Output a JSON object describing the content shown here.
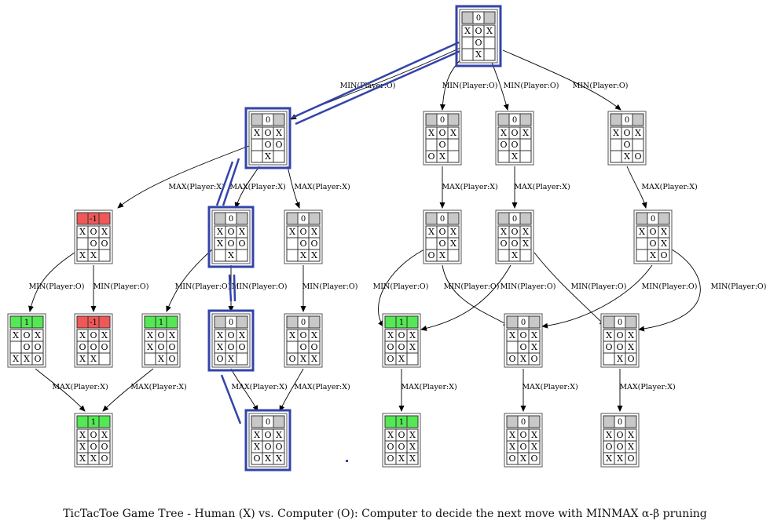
{
  "caption": "TicTacToe Game Tree - Human (X) vs. Computer (O): Computer to decide the next move with MINMAX α-β pruning",
  "colors": {
    "win": "#55e855",
    "loss": "#f05858",
    "neutral": "#c8c8c8",
    "highlight": "#3344aa"
  },
  "nodes": [
    {
      "id": "root",
      "value": "0",
      "status": "neutral",
      "highlight": true,
      "board": [
        "X",
        "O",
        "X",
        "",
        "O",
        "",
        "",
        "X",
        ""
      ]
    },
    {
      "id": "n1",
      "value": "0",
      "status": "neutral",
      "highlight": true,
      "board": [
        "X",
        "O",
        "X",
        "",
        "O",
        "O",
        "",
        "X",
        ""
      ]
    },
    {
      "id": "n2",
      "value": "0",
      "status": "neutral",
      "highlight": false,
      "board": [
        "X",
        "O",
        "X",
        "",
        "O",
        "",
        "O",
        "X",
        ""
      ]
    },
    {
      "id": "n3",
      "value": "0",
      "status": "neutral",
      "highlight": false,
      "board": [
        "X",
        "O",
        "X",
        "O",
        "O",
        "",
        "",
        "X",
        ""
      ]
    },
    {
      "id": "n4",
      "value": "0",
      "status": "neutral",
      "highlight": false,
      "board": [
        "X",
        "O",
        "X",
        "",
        "O",
        "",
        "",
        "X",
        "O"
      ]
    },
    {
      "id": "n5",
      "value": "-1",
      "status": "loss",
      "highlight": false,
      "board": [
        "X",
        "O",
        "X",
        "",
        "O",
        "O",
        "X",
        "X",
        ""
      ]
    },
    {
      "id": "n6",
      "value": "0",
      "status": "neutral",
      "highlight": true,
      "board": [
        "X",
        "O",
        "X",
        "X",
        "O",
        "O",
        "",
        "X",
        ""
      ]
    },
    {
      "id": "n7",
      "value": "0",
      "status": "neutral",
      "highlight": false,
      "board": [
        "X",
        "O",
        "X",
        "",
        "O",
        "O",
        "",
        "X",
        "X"
      ]
    },
    {
      "id": "n8",
      "value": "0",
      "status": "neutral",
      "highlight": false,
      "board": [
        "X",
        "O",
        "X",
        "",
        "O",
        "X",
        "O",
        "X",
        ""
      ]
    },
    {
      "id": "n9",
      "value": "0",
      "status": "neutral",
      "highlight": false,
      "board": [
        "X",
        "O",
        "X",
        "O",
        "O",
        "X",
        "",
        "X",
        ""
      ]
    },
    {
      "id": "n10",
      "value": "0",
      "status": "neutral",
      "highlight": false,
      "board": [
        "X",
        "O",
        "X",
        "",
        "O",
        "X",
        "",
        "X",
        "O"
      ]
    },
    {
      "id": "n11",
      "value": "1",
      "status": "win",
      "highlight": false,
      "board": [
        "X",
        "O",
        "X",
        "",
        "O",
        "O",
        "X",
        "X",
        "O"
      ]
    },
    {
      "id": "n12",
      "value": "-1",
      "status": "loss",
      "highlight": false,
      "board": [
        "X",
        "O",
        "X",
        "O",
        "O",
        "O",
        "X",
        "X",
        ""
      ]
    },
    {
      "id": "n13",
      "value": "1",
      "status": "win",
      "highlight": false,
      "board": [
        "X",
        "O",
        "X",
        "X",
        "O",
        "O",
        "",
        "X",
        "O"
      ]
    },
    {
      "id": "n14",
      "value": "0",
      "status": "neutral",
      "highlight": true,
      "board": [
        "X",
        "O",
        "X",
        "X",
        "O",
        "O",
        "O",
        "X",
        ""
      ]
    },
    {
      "id": "n15",
      "value": "0",
      "status": "neutral",
      "highlight": false,
      "board": [
        "X",
        "O",
        "X",
        "",
        "O",
        "O",
        "O",
        "X",
        "X"
      ]
    },
    {
      "id": "n16",
      "value": "1",
      "status": "win",
      "highlight": false,
      "board": [
        "X",
        "O",
        "X",
        "O",
        "O",
        "X",
        "O",
        "X",
        ""
      ]
    },
    {
      "id": "n17",
      "value": "0",
      "status": "neutral",
      "highlight": false,
      "board": [
        "X",
        "O",
        "X",
        "",
        "O",
        "X",
        "O",
        "X",
        "O"
      ]
    },
    {
      "id": "n18",
      "value": "0",
      "status": "neutral",
      "highlight": false,
      "board": [
        "X",
        "O",
        "X",
        "O",
        "O",
        "X",
        "",
        "X",
        "O"
      ]
    },
    {
      "id": "n19",
      "value": "1",
      "status": "win",
      "highlight": false,
      "board": [
        "X",
        "O",
        "X",
        "X",
        "O",
        "O",
        "X",
        "X",
        "O"
      ]
    },
    {
      "id": "n20",
      "value": "0",
      "status": "neutral",
      "highlight": true,
      "board": [
        "X",
        "O",
        "X",
        "X",
        "O",
        "O",
        "O",
        "X",
        "X"
      ]
    },
    {
      "id": "n21",
      "value": "1",
      "status": "win",
      "highlight": false,
      "board": [
        "X",
        "O",
        "X",
        "O",
        "O",
        "X",
        "O",
        "X",
        "X"
      ]
    },
    {
      "id": "n22",
      "value": "0",
      "status": "neutral",
      "highlight": false,
      "board": [
        "X",
        "O",
        "X",
        "X",
        "O",
        "X",
        "O",
        "X",
        "O"
      ]
    },
    {
      "id": "n23",
      "value": "0",
      "status": "neutral",
      "highlight": false,
      "board": [
        "X",
        "O",
        "X",
        "O",
        "O",
        "X",
        "X",
        "X",
        "O"
      ]
    }
  ],
  "edges": [
    {
      "from": "root",
      "to": "n1",
      "label": "MIN(Player:O)"
    },
    {
      "from": "root",
      "to": "n2",
      "label": "MIN(Player:O)"
    },
    {
      "from": "root",
      "to": "n3",
      "label": "MIN(Player:O)"
    },
    {
      "from": "root",
      "to": "n4",
      "label": "MIN(Player:O)"
    },
    {
      "from": "n1",
      "to": "n5",
      "label": "MAX(Player:X)"
    },
    {
      "from": "n1",
      "to": "n6",
      "label": "MAX(Player:X)"
    },
    {
      "from": "n1",
      "to": "n7",
      "label": "MAX(Player:X)"
    },
    {
      "from": "n2",
      "to": "n8",
      "label": "MAX(Player:X)"
    },
    {
      "from": "n3",
      "to": "n9",
      "label": "MAX(Player:X)"
    },
    {
      "from": "n4",
      "to": "n10",
      "label": "MAX(Player:X)"
    },
    {
      "from": "n5",
      "to": "n11",
      "label": "MIN(Player:O)"
    },
    {
      "from": "n5",
      "to": "n12",
      "label": "MIN(Player:O)"
    },
    {
      "from": "n6",
      "to": "n13",
      "label": "MIN(Player:O)"
    },
    {
      "from": "n6",
      "to": "n14",
      "label": "MIN(Player:O)"
    },
    {
      "from": "n7",
      "to": "n15",
      "label": "MIN(Player:O)"
    },
    {
      "from": "n8",
      "to": "n16",
      "label": "MIN(Player:O)"
    },
    {
      "from": "n8",
      "to": "n17",
      "label": "MIN(Player:O)"
    },
    {
      "from": "n9",
      "to": "n16",
      "label": "MIN(Player:O)"
    },
    {
      "from": "n9",
      "to": "n18",
      "label": "MIN(Player:O)"
    },
    {
      "from": "n10",
      "to": "n17",
      "label": "MIN(Player:O)"
    },
    {
      "from": "n10",
      "to": "n18",
      "label": "MIN(Player:O)"
    },
    {
      "from": "n11",
      "to": "n19",
      "label": "MAX(Player:X)"
    },
    {
      "from": "n13",
      "to": "n19",
      "label": "MAX(Player:X)"
    },
    {
      "from": "n14",
      "to": "n20",
      "label": "MAX(Player:X)"
    },
    {
      "from": "n15",
      "to": "n20",
      "label": "MAX(Player:X)"
    },
    {
      "from": "n16",
      "to": "n21",
      "label": "MAX(Player:X)"
    },
    {
      "from": "n17",
      "to": "n22",
      "label": "MAX(Player:X)"
    },
    {
      "from": "n18",
      "to": "n23",
      "label": "MAX(Player:X)"
    }
  ]
}
